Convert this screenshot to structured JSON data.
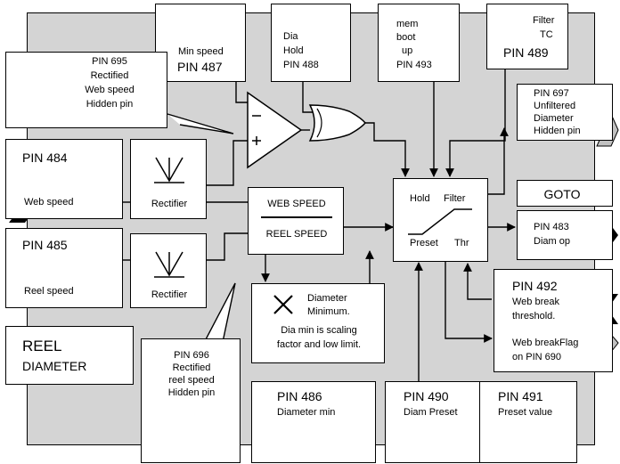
{
  "colors": {
    "panel": "#d4d4d4",
    "line": "#000000",
    "box": "#ffffff",
    "hidden_arrow": "#c0c0c0"
  },
  "top": {
    "min_speed": {
      "label": "Min speed",
      "pin": "PIN 487"
    },
    "dia_hold": {
      "line1": "Dia",
      "line2": "Hold",
      "pin": "PIN 488"
    },
    "mem_boot": {
      "line1": "mem",
      "line2": "boot",
      "line3": "up",
      "pin": "PIN 493"
    },
    "filter_tc": {
      "line1": "Filter",
      "line2": "TC",
      "pin": "PIN 489"
    }
  },
  "pin695": {
    "pin": "PIN 695",
    "line1": "Rectified",
    "line2": "Web speed",
    "line3": "Hidden pin"
  },
  "pin697": {
    "pin": "PIN 697",
    "line1": "Unfiltered",
    "line2": "Diameter",
    "line3": "Hidden pin"
  },
  "pin484": {
    "pin": "PIN 484",
    "label": "Web speed"
  },
  "pin485": {
    "pin": "PIN 485",
    "label": "Reel speed"
  },
  "rectifier": {
    "label": "Rectifier"
  },
  "ratio": {
    "numerator": "WEB SPEED",
    "denominator": "REEL SPEED"
  },
  "filter": {
    "hold": "Hold",
    "filter": "Filter",
    "preset": "Preset",
    "thr": "Thr"
  },
  "goto": {
    "label": "GOTO"
  },
  "pin483": {
    "pin": "PIN 483",
    "label": "Diam op"
  },
  "pin492": {
    "pin": "PIN 492",
    "line1": "Web break",
    "line2": "threshold.",
    "flag1": "Web breakFlag",
    "flag2": "on PIN 690"
  },
  "reel_diameter": {
    "line1": "REEL",
    "line2": "DIAMETER"
  },
  "pin696": {
    "pin": "PIN 696",
    "line1": "Rectified",
    "line2": "reel speed",
    "line3": "Hidden pin"
  },
  "dia_min": {
    "line1": "Diameter",
    "line2": "Minimum.",
    "line3": "Dia min is scaling",
    "line4": "factor and low limit."
  },
  "pin486": {
    "pin": "PIN 486",
    "label": "Diameter min"
  },
  "pin490": {
    "pin": "PIN 490",
    "label": "Diam Preset"
  },
  "pin491": {
    "pin": "PIN 491",
    "label": "Preset value"
  }
}
